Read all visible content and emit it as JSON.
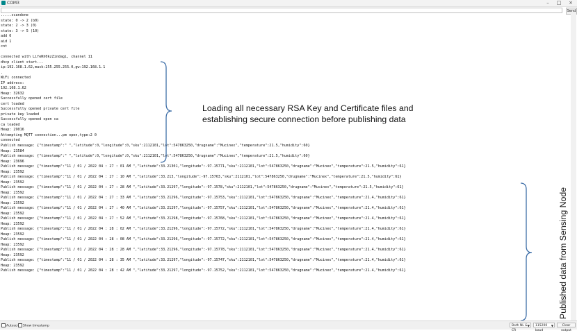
{
  "window": {
    "title": "COM3",
    "minimize": "–",
    "maximize": "□",
    "close": "×"
  },
  "input": {
    "value": "",
    "send_label": "Send"
  },
  "console_lines": [
    ".....scandone",
    "state: 0 -> 2 (b0)",
    "state: 2 -> 3 (0)",
    "state: 3 -> 5 (10)",
    "add 0",
    "aid 1",
    "cnt",
    "",
    "connected with LifeRh0kzZindagi, channel 11",
    "dhcp client start...",
    "ip:192.168.1.62,mask:255.255.255.0,gw:192.168.1.1",
    ".",
    "WiFi connected",
    "IP address:",
    "192.168.1.62",
    "Heap: 32632",
    "Successfully opened cert file",
    "cert loaded",
    "Successfully opened private cert file",
    "private key loaded",
    "Successfully opened open ca",
    "ca loaded",
    "Heap: 29016",
    "Attempting MQTT connection...pm open,type:2 0",
    "connected",
    "Publish message: {\"timestamp\":\" \",\"latitude\":0,\"longitude\":0,\"sku\":2112101,\"lot\":547863250,\"drugname\":\"Mucinex\",\"temperature\":21.5,\"humidity\":60}",
    "Heap: 23584",
    "Publish message: {\"timestamp\":\" \",\"latitude\":0,\"longitude\":0,\"sku\":2112101,\"lot\":547863250,\"drugname\":\"Mucinex\",\"temperature\":21.5,\"humidity\":60}",
    "Heap: 23696",
    "Publish message: {\"timestamp\":\"11 / 01 / 2022 04 : 27 : 01 AM \",\"latitude\":33.21301,\"longitude\":-97.15771,\"sku\":2112101,\"lot\":547863250,\"drugname\":\"Mucinex\",\"temperature\":21.5,\"humidity\":61}",
    "Heap: 23592",
    "Publish message: {\"timestamp\":\"11 / 01 / 2022 04 : 27 : 10 AM \",\"latitude\":33.213,\"longitude\":-97.15763,\"sku\":2112101,\"lot\":547863250,\"drugname\":\"Mucinex\",\"temperature\":21.5,\"humidity\":61}",
    "Heap: 23592",
    "Publish message: {\"timestamp\":\"11 / 01 / 2022 04 : 27 : 28 AM \",\"latitude\":33.21297,\"longitude\":-97.1578,\"sku\":2112101,\"lot\":547863250,\"drugname\":\"Mucinex\",\"temperature\":21.5,\"humidity\":61}",
    "Heap: 23592",
    "Publish message: {\"timestamp\":\"11 / 01 / 2022 04 : 27 : 33 AM \",\"latitude\":33.21296,\"longitude\":-97.15753,\"sku\":2112101,\"lot\":547863250,\"drugname\":\"Mucinex\",\"temperature\":21.4,\"humidity\":61}",
    "Heap: 23592",
    "Publish message: {\"timestamp\":\"11 / 01 / 2022 04 : 27 : 40 AM \",\"latitude\":33.21297,\"longitude\":-97.15757,\"sku\":2112101,\"lot\":547863250,\"drugname\":\"Mucinex\",\"temperature\":21.4,\"humidity\":61}",
    "Heap: 23592",
    "Publish message: {\"timestamp\":\"11 / 01 / 2022 04 : 27 : 52 AM \",\"latitude\":33.21298,\"longitude\":-97.15768,\"sku\":2112101,\"lot\":547863250,\"drugname\":\"Mucinex\",\"temperature\":21.4,\"humidity\":61}",
    "Heap: 23592",
    "Publish message: {\"timestamp\":\"11 / 01 / 2022 04 : 28 : 02 AM \",\"latitude\":33.21296,\"longitude\":-97.15772,\"sku\":2112101,\"lot\":547863250,\"drugname\":\"Mucinex\",\"temperature\":21.4,\"humidity\":61}",
    "Heap: 23592",
    "Publish message: {\"timestamp\":\"11 / 01 / 2022 04 : 28 : 08 AM \",\"latitude\":33.21296,\"longitude\":-97.15772,\"sku\":2112101,\"lot\":547863250,\"drugname\":\"Mucinex\",\"temperature\":21.4,\"humidity\":61}",
    "Heap: 23592",
    "Publish message: {\"timestamp\":\"11 / 01 / 2022 04 : 28 : 28 AM \",\"latitude\":33.21296,\"longitude\":-97.15778,\"sku\":2112101,\"lot\":547863250,\"drugname\":\"Mucinex\",\"temperature\":21.4,\"humidity\":61}",
    "Heap: 23592",
    "Publish message: {\"timestamp\":\"11 / 01 / 2022 04 : 28 : 35 AM \",\"latitude\":33.21297,\"longitude\":-97.15747,\"sku\":2112101,\"lot\":547863250,\"drugname\":\"Mucinex\",\"temperature\":21.4,\"humidity\":61}",
    "Heap: 23592",
    "Publish message: {\"timestamp\":\"11 / 01 / 2022 04 : 28 : 42 AM \",\"latitude\":33.21297,\"longitude\":-97.15752,\"sku\":2112101,\"lot\":547863250,\"drugname\":\"Mucinex\",\"temperature\":21.4,\"humidity\":61}"
  ],
  "annotations": {
    "setup_line1": "Loading all necessary RSA Key and Certificate files and",
    "setup_line2": "establishing secure connection before publishing data",
    "published": "Published data from Sensing Node"
  },
  "statusbar": {
    "autoscroll": "Autoscroll",
    "timestamp": "Show timestamp",
    "line_ending": "Both NL & CR",
    "baud": "115200 baud",
    "clear": "Clear output"
  }
}
